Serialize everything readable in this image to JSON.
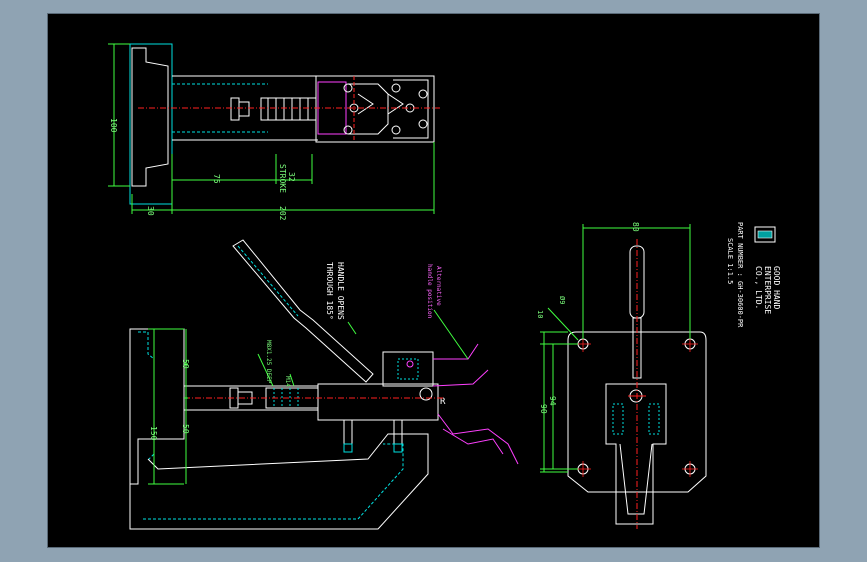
{
  "title_block": {
    "company_line1": "GOOD HAND",
    "company_line2": "ENTERPRISE",
    "company_line3": "CO., LTD.",
    "part_number": "PART NUMBER : GH-30600-PR",
    "scale": "SCALE 1:1.5"
  },
  "dimensions": {
    "top_height": "100",
    "top_len_75": "75",
    "top_stroke": "STROKE",
    "top_32": "32",
    "top_30": "30",
    "top_202": "202",
    "side_150": "150",
    "side_50a": "50",
    "side_50b": "50",
    "side_width_80": "80",
    "side_dia": "Ø9",
    "side_10": "10",
    "side_94": "94",
    "side_90": "90",
    "side_m": "M14",
    "front_r": "R"
  },
  "notes": {
    "handle_opens_1": "HANDLE OPENS",
    "handle_opens_2": "THROUGH 185°",
    "alternative_1": "Alternative",
    "alternative_2": "handle position",
    "thread_note": "M8X1.25 DEEP"
  },
  "colors": {
    "outline": "#ffffff",
    "hidden": "#00e0e0",
    "dimension": "#40ff40",
    "center": "#ff2020",
    "alt": "#ff40ff"
  }
}
